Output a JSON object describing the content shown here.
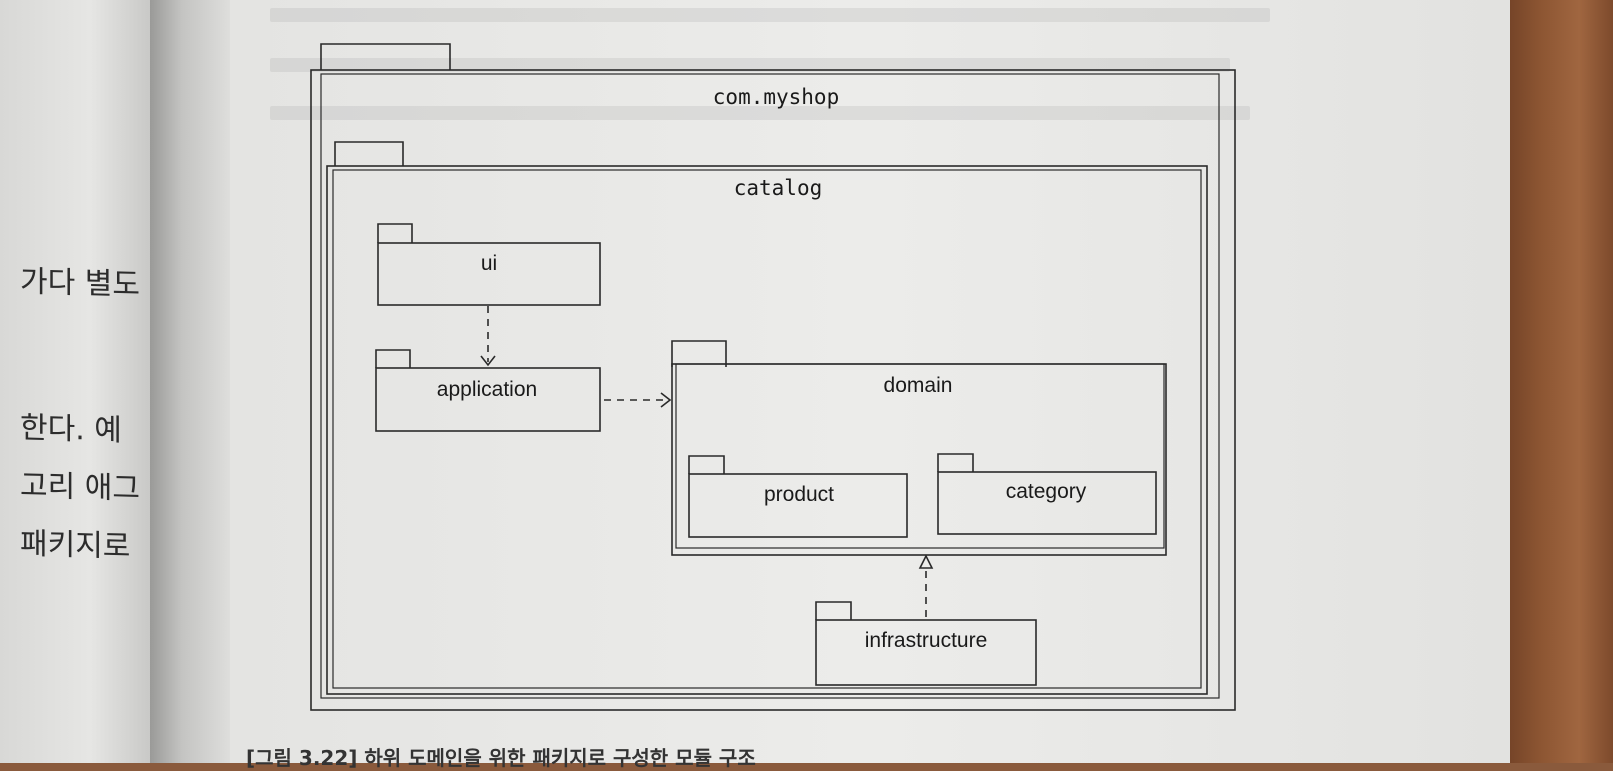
{
  "diagram": {
    "type": "uml-package",
    "packages": {
      "root": "com.myshop",
      "catalog": "catalog",
      "ui": "ui",
      "application": "application",
      "domain": "domain",
      "product": "product",
      "category": "category",
      "infrastructure": "infrastructure"
    },
    "dependencies": [
      {
        "from": "ui",
        "to": "application",
        "style": "dashed-arrow"
      },
      {
        "from": "application",
        "to": "domain",
        "style": "dashed-arrow"
      },
      {
        "from": "infrastructure",
        "to": "domain",
        "style": "dashed-open-triangle"
      }
    ]
  },
  "left_page_text": {
    "line1": "가다 별도",
    "line2": "한다. 예",
    "line3": "고리 애그",
    "line4": "패키지로"
  },
  "caption": "[그림 3.22] 하위 도메인을 위한 패키지로 구성한 모듈 구조"
}
